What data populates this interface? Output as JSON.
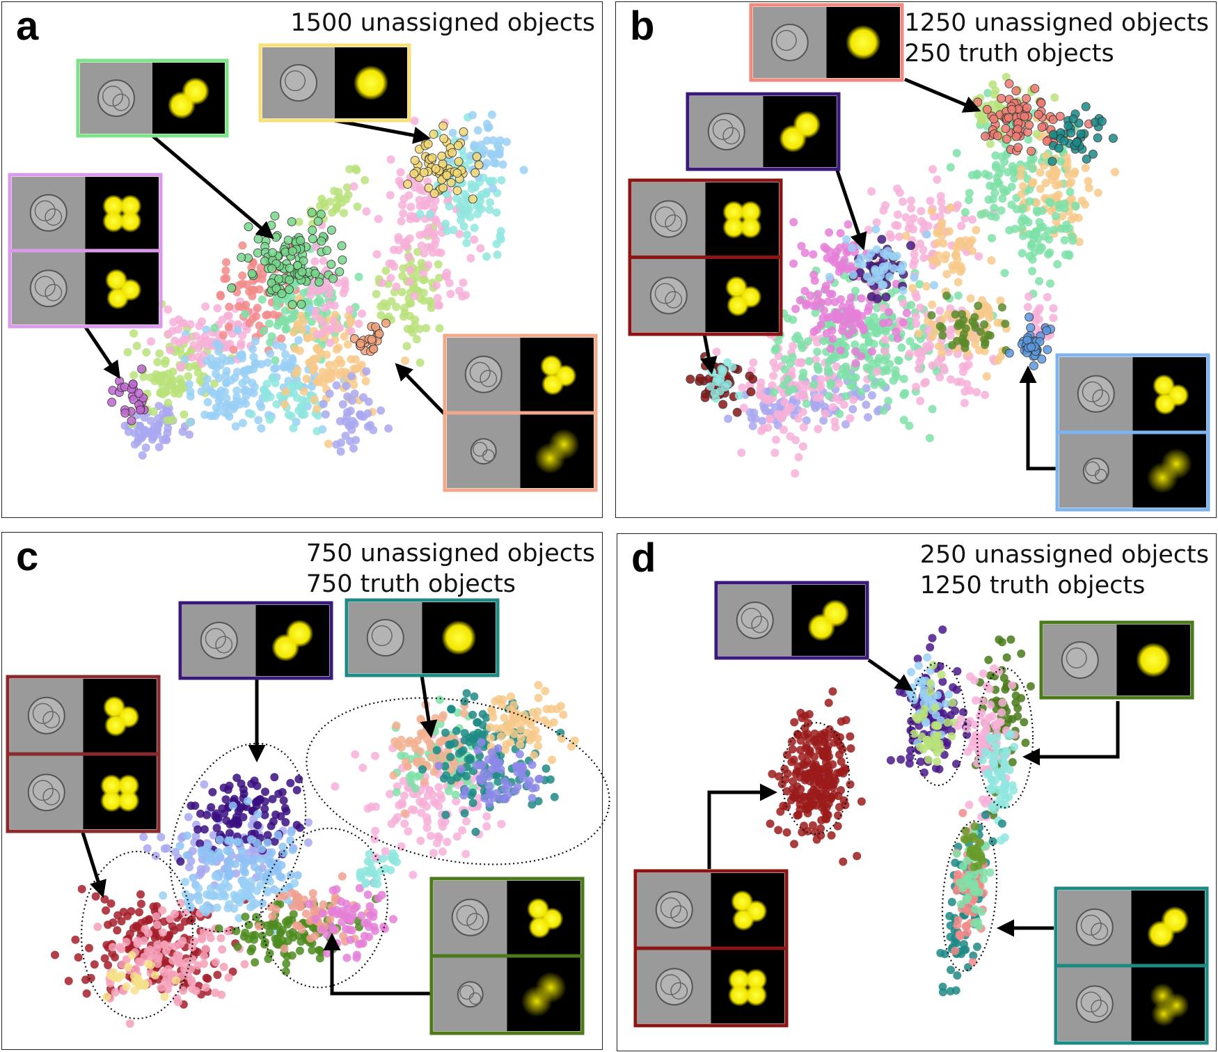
{
  "panels": [
    {
      "letter": "a",
      "caption": [
        "1500 unassigned objects"
      ],
      "thumbnails": [
        {
          "frame_color": "#7ee28a",
          "cells": [
            "two-lobed-cell",
            "two-nuclei-stain"
          ]
        },
        {
          "frame_color": "#f7e07a",
          "cells": [
            "round-cell",
            "single-nucleus-stain"
          ]
        },
        {
          "frame_color": "#d99be8",
          "cells": [
            "multi-lobed-cell",
            "four-nuclei-stain",
            "multi-lobed-cell",
            "three-nuclei-stain"
          ]
        },
        {
          "frame_color": "#f2a98a",
          "cells": [
            "multi-lobed-cell",
            "three-nuclei-stain",
            "small-cell",
            "two-nuclei-blurred-stain"
          ]
        }
      ]
    },
    {
      "letter": "b",
      "caption": [
        "1250 unassigned objects",
        "250 truth objects"
      ],
      "thumbnails": [
        {
          "frame_color": "#f08a80",
          "cells": [
            "round-cell",
            "single-nucleus-stain"
          ]
        },
        {
          "frame_color": "#3a1a78",
          "cells": [
            "two-lobed-cell",
            "two-nuclei-stain"
          ]
        },
        {
          "frame_color": "#8b1515",
          "cells": [
            "multi-lobed-cell",
            "four-nuclei-stain",
            "multi-lobed-cell",
            "three-nuclei-stain"
          ]
        },
        {
          "frame_color": "#7fb3ee",
          "cells": [
            "multi-lobed-cell",
            "three-nuclei-stain",
            "small-cell",
            "two-nuclei-blurred-stain"
          ]
        }
      ]
    },
    {
      "letter": "c",
      "caption": [
        "750 unassigned objects",
        "750 truth objects"
      ],
      "thumbnails": [
        {
          "frame_color": "#3a1a78",
          "cells": [
            "two-lobed-cell",
            "two-nuclei-stain"
          ]
        },
        {
          "frame_color": "#1f8a85",
          "cells": [
            "round-cell",
            "single-nucleus-stain"
          ]
        },
        {
          "frame_color": "#8b2a2a",
          "cells": [
            "multi-lobed-cell",
            "three-nuclei-stain",
            "multi-lobed-cell",
            "four-nuclei-stain"
          ]
        },
        {
          "frame_color": "#4a7a1a",
          "cells": [
            "multi-lobed-cell",
            "three-nuclei-stain",
            "small-cell",
            "two-nuclei-blurred-stain"
          ]
        }
      ]
    },
    {
      "letter": "d",
      "caption": [
        "250 unassigned objects",
        "1250 truth objects"
      ],
      "thumbnails": [
        {
          "frame_color": "#3a1a78",
          "cells": [
            "two-lobed-cell",
            "two-nuclei-stain"
          ]
        },
        {
          "frame_color": "#4a7a1a",
          "cells": [
            "round-cell",
            "single-nucleus-stain"
          ]
        },
        {
          "frame_color": "#8b1515",
          "cells": [
            "multi-lobed-cell",
            "three-nuclei-stain",
            "multi-lobed-cell",
            "four-nuclei-stain"
          ]
        },
        {
          "frame_color": "#1f8a85",
          "cells": [
            "multi-lobed-cell",
            "two-nuclei-stain",
            "multi-lobed-cell",
            "three-nuclei-blurred-stain"
          ]
        }
      ]
    }
  ],
  "cluster_colors": [
    "#f28a8a",
    "#7fe0a8",
    "#b8e27a",
    "#9ad0f5",
    "#f7b0d8",
    "#f7c98a",
    "#a9a8f0",
    "#e57fd8",
    "#8fe6df",
    "#f5e08a"
  ]
}
